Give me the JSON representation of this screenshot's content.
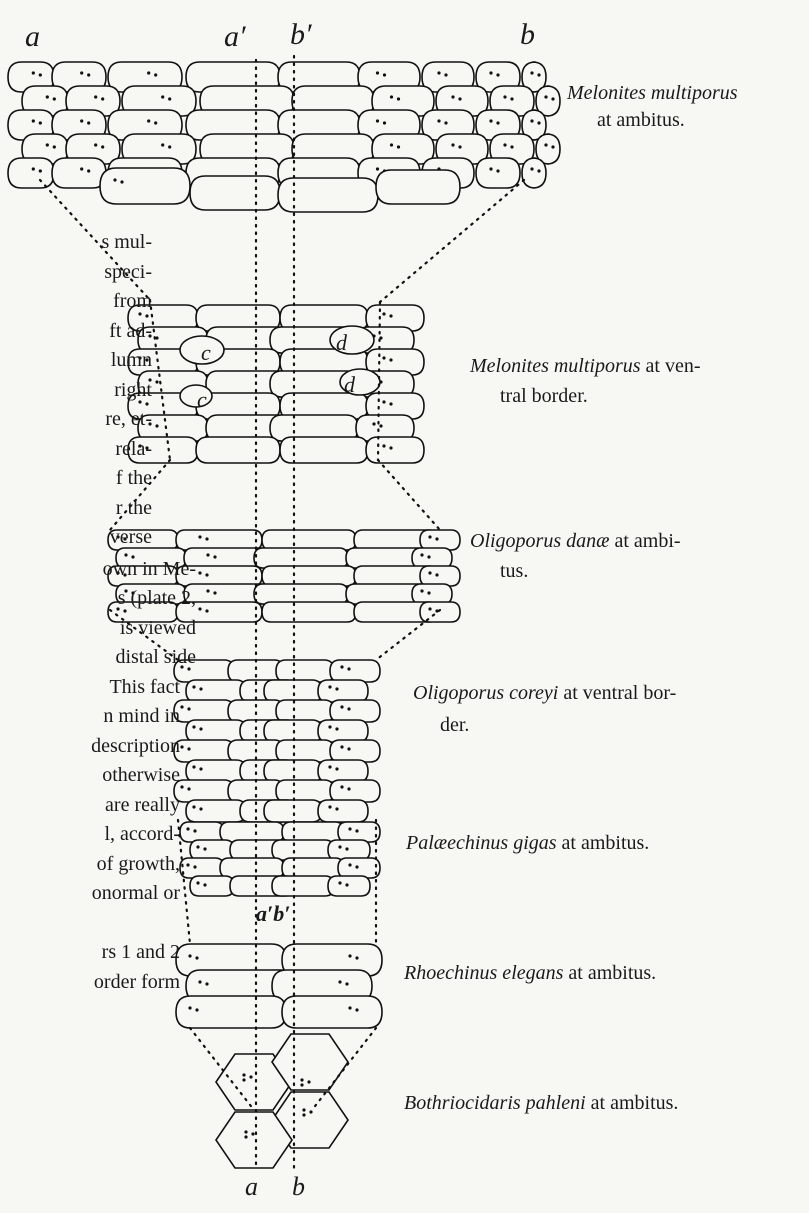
{
  "column_letters": {
    "top": [
      "a",
      "a′",
      "b′",
      "b"
    ],
    "middle": "a′b′",
    "bottom": [
      "a",
      "b"
    ],
    "plate_letters": [
      "c",
      "c",
      "d",
      "d"
    ]
  },
  "captions": [
    {
      "species": "Melonites multiporus",
      "rest": "at ambitus.",
      "line1": "Melonites multiporus",
      "line2": "at ambitus."
    },
    {
      "species": "Melonites multiporus",
      "rest": "at ven-",
      "line2": "tral border."
    },
    {
      "species": "Oligoporus danæ",
      "rest": "at ambi-",
      "line2": "tus."
    },
    {
      "species": "Oligoporus coreyi",
      "rest": "at ventral bor-",
      "line2": "der."
    },
    {
      "species": "Palæechinus gigas",
      "rest": "at ambitus."
    },
    {
      "species": "Rhoechinus elegans",
      "rest": "at ambitus."
    },
    {
      "species": "Bothriocidaris pahleni",
      "rest": "at ambitus."
    }
  ],
  "left_text_fragments": [
    "s mul-",
    "speci-",
    "from",
    "ft ad-",
    "lumn",
    "right",
    "re, et-",
    "rela-",
    "f the",
    "r the",
    "verse",
    "own in Me-",
    "s (plate 2,",
    "is viewed",
    "distal side",
    "This fact",
    "n mind in",
    "description",
    "otherwise",
    "are really",
    "l, accord-",
    "of growth,",
    "onormal or",
    "",
    "rs 1 and 2",
    "order form"
  ]
}
